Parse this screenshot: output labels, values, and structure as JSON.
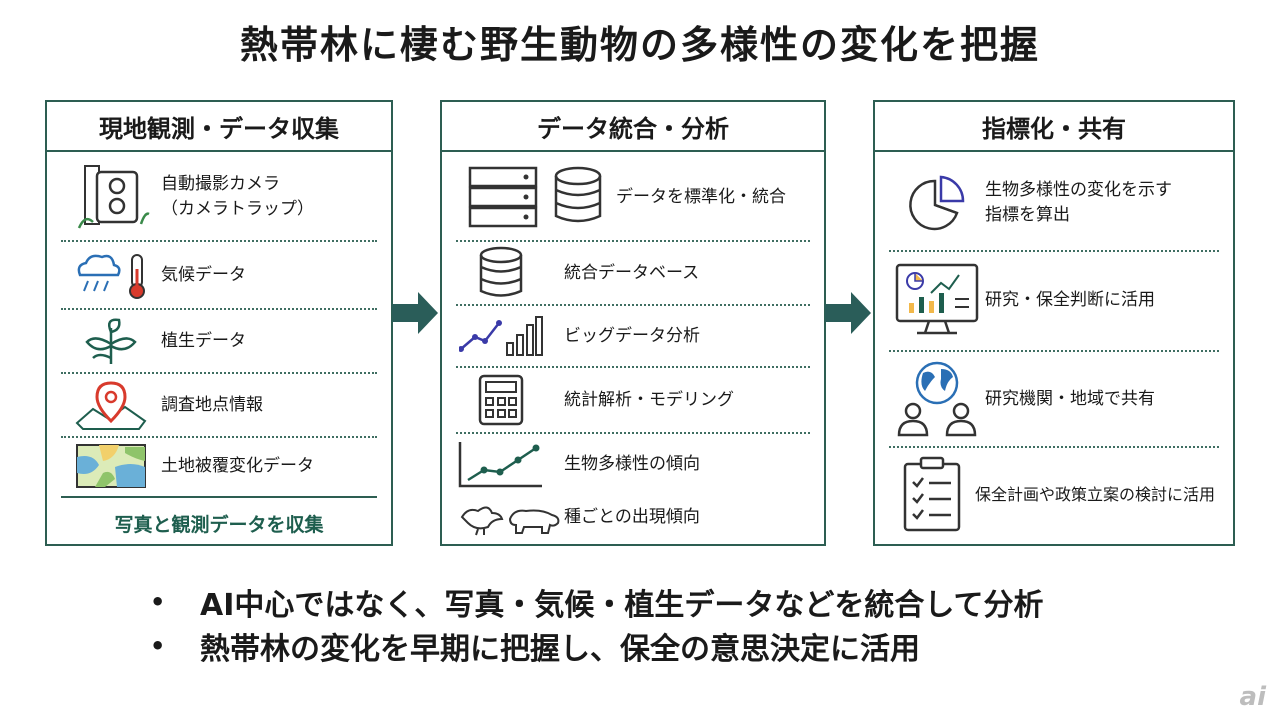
{
  "title": "熱帯林に棲む野生動物の多様性の変化を把握",
  "panels": [
    {
      "heading": "現地観測・データ収集",
      "items": [
        {
          "icon": "camera-trap-icon",
          "label_line1": "自動撮影カメラ",
          "label_line2": "（カメラトラップ）"
        },
        {
          "icon": "weather-thermometer-icon",
          "label": "気候データ"
        },
        {
          "icon": "plant-leaves-icon",
          "label": "植生データ"
        },
        {
          "icon": "map-pin-icon",
          "label": "調査地点情報"
        },
        {
          "icon": "land-cover-map-icon",
          "label": "土地被覆変化データ"
        }
      ],
      "footer": "写真と観測データを収集"
    },
    {
      "heading": "データ統合・分析",
      "items": [
        {
          "icon": "server-database-icon",
          "label": "データを標準化・統合"
        },
        {
          "icon": "database-icon",
          "label": "統合データベース"
        },
        {
          "icon": "big-data-chart-icon",
          "label": "ビッグデータ分析"
        },
        {
          "icon": "calculator-icon",
          "label": "統計解析・モデリング"
        },
        {
          "icon": "trend-line-icon",
          "label": "生物多様性の傾向"
        },
        {
          "icon": "bird-animal-icon",
          "label": "種ごとの出現傾向"
        }
      ]
    },
    {
      "heading": "指標化・共有",
      "items": [
        {
          "icon": "pie-chart-icon",
          "label_line1": "生物多様性の変化を示す",
          "label_line2": "指標を算出"
        },
        {
          "icon": "monitor-chart-icon",
          "label": "研究・保全判断に活用"
        },
        {
          "icon": "globe-people-icon",
          "label": "研究機関・地域で共有"
        },
        {
          "icon": "clipboard-checklist-icon",
          "label": "保全計画や政策立案の検討に活用"
        }
      ]
    }
  ],
  "bullets": [
    "AI中心ではなく、写真・気候・植生データなどを統合して分析",
    "熱帯林の変化を早期に把握し、保全の意思決定に活用"
  ],
  "logo": "ai",
  "colors": {
    "accent": "#2d5e52",
    "arrow": "#2a5d59",
    "footer_text": "#1e5e4e"
  }
}
